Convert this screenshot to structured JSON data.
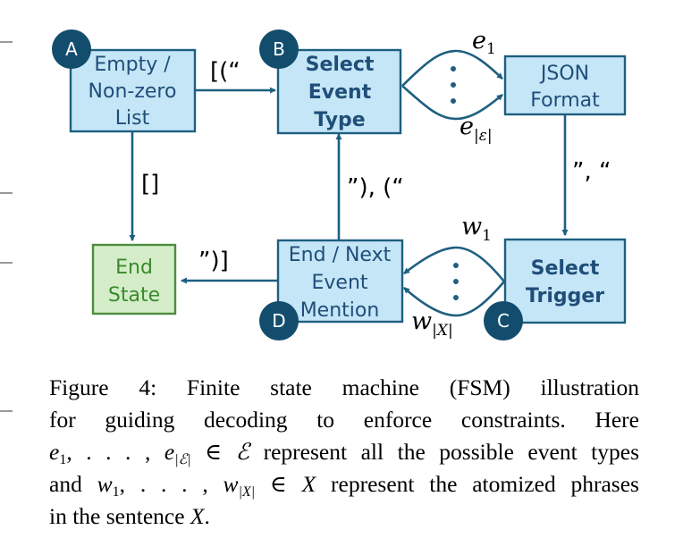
{
  "nodes": {
    "A": {
      "badge": "A",
      "lines": [
        "Empty /",
        "Non-zero",
        "List"
      ]
    },
    "B": {
      "badge": "B",
      "lines": [
        "Select",
        "Event",
        "Type"
      ]
    },
    "json": {
      "lines": [
        "JSON",
        "Format"
      ]
    },
    "C": {
      "badge": "C",
      "lines": [
        "Select",
        "Trigger"
      ]
    },
    "D": {
      "badge": "D",
      "lines": [
        "End / Next",
        "Event",
        "Mention"
      ]
    },
    "end": {
      "lines": [
        "End",
        "State"
      ]
    }
  },
  "edge_labels": {
    "a_to_b": "[(“",
    "a_to_end": "[]",
    "json_to_c": "”, “",
    "d_to_b": "”), (“",
    "d_to_end": "”)]"
  },
  "math_labels": {
    "e_first": {
      "base": "e",
      "sub": "1"
    },
    "e_last": {
      "base": "e",
      "sub": "|ε|"
    },
    "w_first": {
      "base": "w",
      "sub": "1"
    },
    "w_last": {
      "base": "w",
      "sub": "|X|"
    }
  },
  "caption": {
    "line1": "Figure 4:  Finite state machine (FSM) illustration",
    "line2": "for guiding decoding to enforce constraints.  Here",
    "line3_e_start": "e",
    "line3_e_start_sub": "1",
    "line3_mid": ", . . . , ",
    "line3_e_end": "e",
    "line3_e_end_sub": "|ℰ|",
    "line3_in": " ∈ ",
    "line3_set": "ℰ",
    "line3_rest": " represent all the possible event types",
    "line4_and": "and ",
    "line4_w_start": "w",
    "line4_w_start_sub": "1",
    "line4_mid": ", . . . , ",
    "line4_w_end": "w",
    "line4_w_end_sub": "|X|",
    "line4_in": " ∈ ",
    "line4_set": "X",
    "line4_rest": " represent the atomized phrases",
    "line5_text": "in the sentence ",
    "line5_var": "X",
    "line5_end": "."
  },
  "colors": {
    "box_fill": "#c5e6f7",
    "box_stroke": "#1e5f80",
    "box_text": "#1f4e79",
    "badge_fill": "#134d6e",
    "badge_text": "#ffffff",
    "end_fill": "#d4edc8",
    "end_stroke": "#4b8d3f",
    "end_text": "#3a8a2e",
    "arrow": "#1e5f80"
  }
}
